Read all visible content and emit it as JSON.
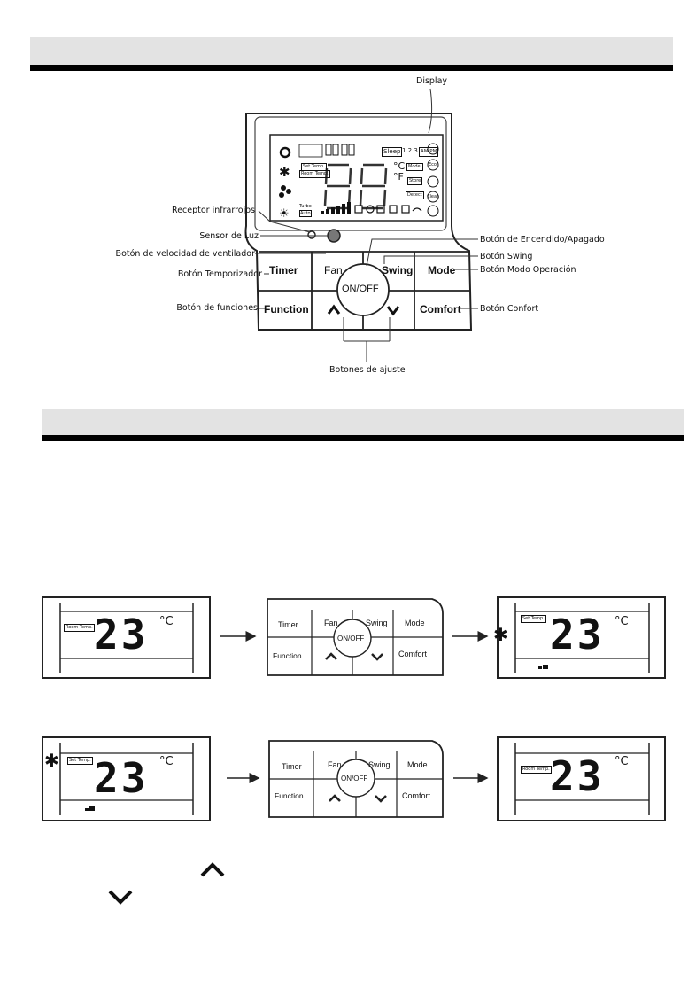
{
  "labels": {
    "display": "Display",
    "ir_receiver": "Receptor infrarrojos",
    "light_sensor": "Sensor de Luz",
    "fan_speed_button": "Botón de velocidad de ventilador",
    "timer_button": "Botón Temporizador",
    "functions_button": "Botón de funciones",
    "onoff_button": "Botón de Encendido/Apagado",
    "swing_button": "Botón Swing",
    "mode_button": "Botón Modo Operación",
    "comfort_button": "Botón Confort",
    "adjust_buttons": "Botones de ajuste"
  },
  "keypad": {
    "timer": "Timer",
    "fan": "Fan",
    "swing": "Swing",
    "mode": "Mode",
    "onoff": "ON/OFF",
    "function": "Function",
    "comfort": "Comfort"
  },
  "lcd": {
    "sleep": "Sleep",
    "sleep_nums": "1 2 3",
    "am_pm": "AM PM",
    "set_temp": "Set Temp.",
    "room_temp": "Room Temp.",
    "celsius": "°C",
    "fahrenheit": "°F",
    "model": "Model",
    "store": "Store",
    "detect": "Detect",
    "turbo": "Turbo",
    "auto": "Auto",
    "eco": "Eco",
    "clean": "Clean"
  },
  "sequences": {
    "temp_value": "23",
    "celsius": "°C",
    "room_temp": "Room Temp.",
    "set_temp": "Set Temp."
  }
}
